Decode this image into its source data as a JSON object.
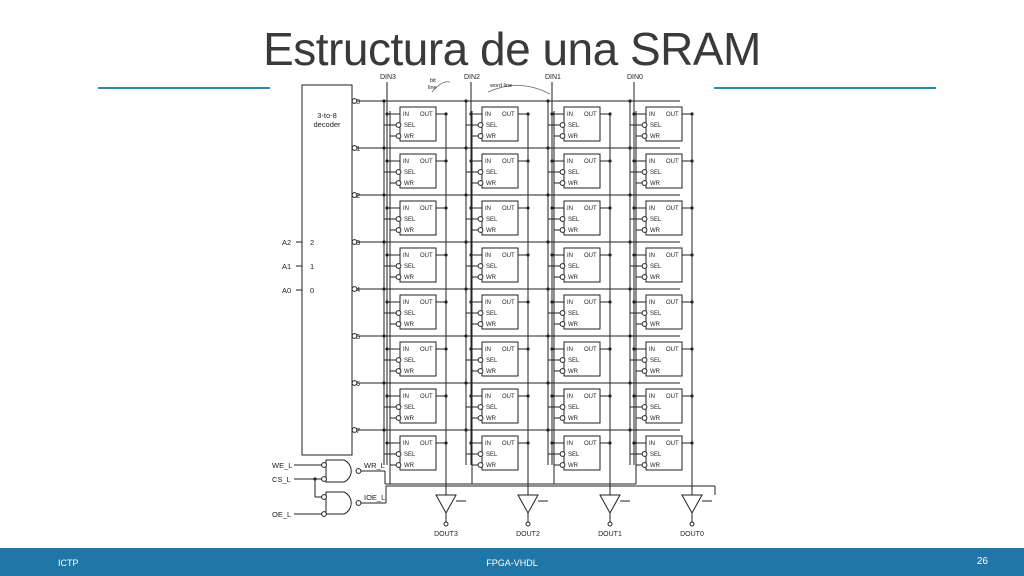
{
  "slide": {
    "title": "Estructura de una SRAM",
    "footer_left": "ICTP",
    "footer_center": "FPGA-VHDL",
    "page_number": "26",
    "accent_color": "#1f77a8"
  },
  "diagram": {
    "decoder_label": [
      "3-to-8",
      "decoder"
    ],
    "decoder_outputs": [
      "0",
      "1",
      "2",
      "3",
      "4",
      "5",
      "6",
      "7"
    ],
    "decoder_inputs": [
      {
        "signal": "A2",
        "pin": "2"
      },
      {
        "signal": "A1",
        "pin": "1"
      },
      {
        "signal": "A0",
        "pin": "0"
      }
    ],
    "din_labels": [
      "DIN3",
      "DIN2",
      "DIN1",
      "DIN0"
    ],
    "dout_labels": [
      "DOUT3",
      "DOUT2",
      "DOUT1",
      "DOUT0"
    ],
    "cell_pins": {
      "in": "IN",
      "out": "OUT",
      "sel": "SEL",
      "wr": "WR"
    },
    "annotations": {
      "bit_line": [
        "bit",
        "line"
      ],
      "word_line": "word line"
    },
    "control_inputs": [
      "WE_L",
      "CS_L",
      "OE_L"
    ],
    "control_outputs": [
      "WR_L",
      "IOE_L"
    ]
  }
}
